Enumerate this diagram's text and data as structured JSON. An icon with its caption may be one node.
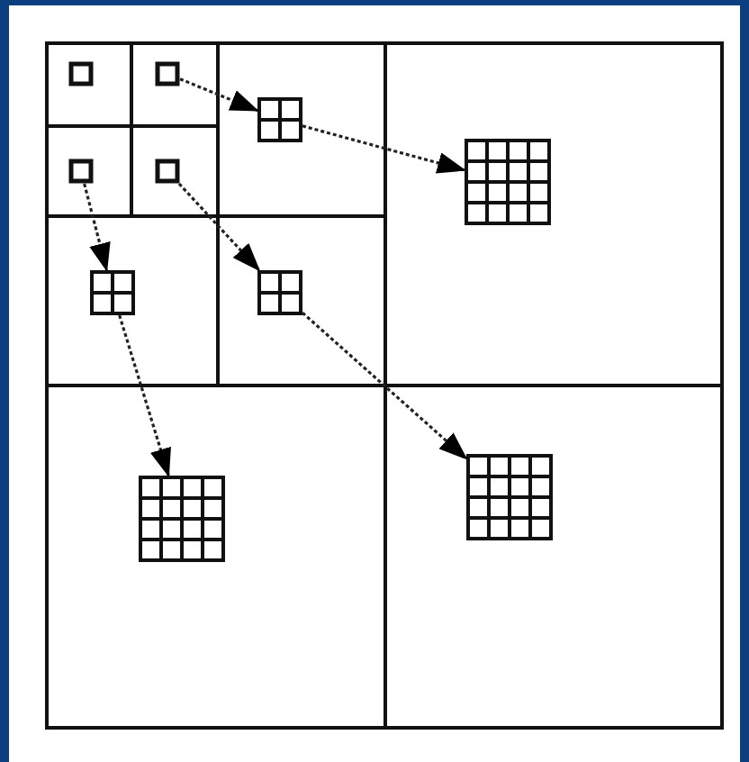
{
  "diagram": {
    "nodes": [
      {
        "text": [],
        "shape": "box"
      },
      {
        "text": [],
        "shape": "box"
      },
      {
        "text": [],
        "shape": "grid"
      },
      {
        "text": [],
        "shape": "box"
      },
      {
        "text": [],
        "shape": "box"
      },
      {
        "text": [],
        "shape": "grid"
      },
      {
        "text": [],
        "shape": "grid"
      },
      {
        "text": [],
        "shape": "grid"
      },
      {
        "text": [],
        "shape": "grid"
      },
      {
        "text": [],
        "shape": "grid"
      }
    ],
    "edges": [
      {
        "from": 1,
        "to": 2,
        "arrow": "to",
        "style": "dashed"
      },
      {
        "from": 2,
        "to": 5,
        "arrow": "to",
        "style": "dashed"
      },
      {
        "from": 3,
        "to": 6,
        "arrow": "to",
        "style": "dashed"
      },
      {
        "from": 6,
        "to": 9,
        "arrow": "to",
        "style": "dashed"
      },
      {
        "from": 4,
        "to": 7,
        "arrow": "to",
        "style": "dashed"
      },
      {
        "from": 7,
        "to": 8,
        "arrow": "to",
        "style": "dashed"
      }
    ]
  }
}
